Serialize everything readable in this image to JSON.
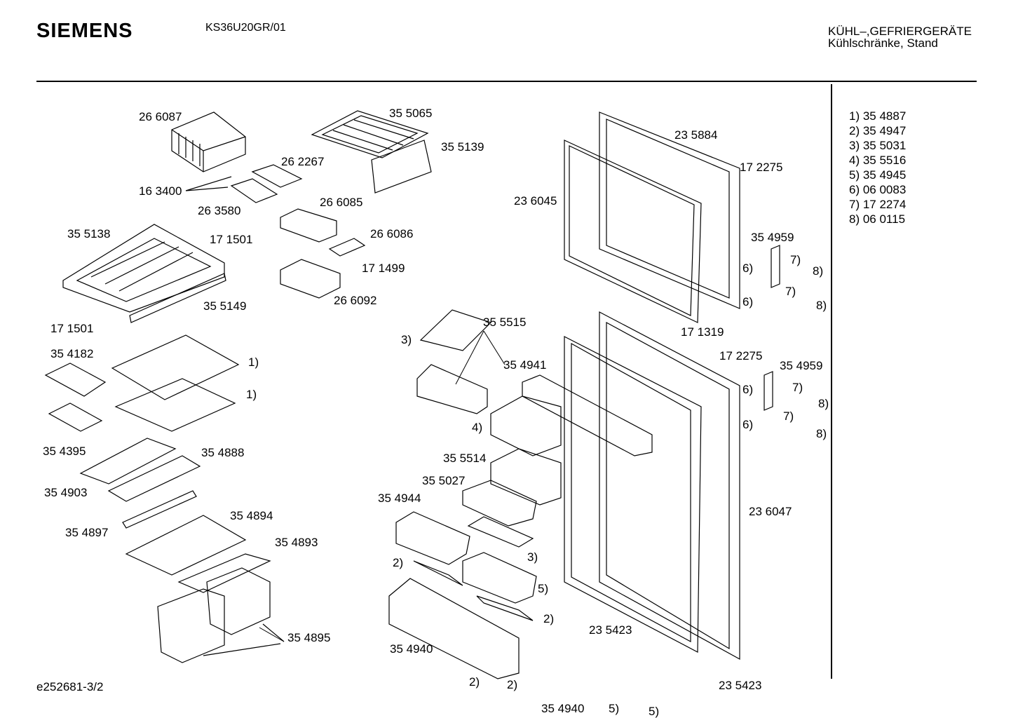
{
  "header": {
    "brand": "SIEMENS",
    "model": "KS36U20GR/01",
    "category_line1": "KÜHL–,GEFRIERGERÄTE",
    "category_line2": "Kühlschränke, Stand"
  },
  "legend": [
    "1) 35 4887",
    "2) 35 4947",
    "3) 35 5031",
    "4) 35 5516",
    "5) 35 4945",
    "6) 06 0083",
    "7) 17 2274",
    "8) 06 0115"
  ],
  "doc_id": "e252681-3/2",
  "labels": {
    "p266087": "26 6087",
    "p355065": "35 5065",
    "p355139": "35 5139",
    "p262267": "26 2267",
    "p163400": "16 3400",
    "p263580": "26 3580",
    "p266085": "26 6085",
    "p355138": "35 5138",
    "p171501a": "17 1501",
    "p266086": "26 6086",
    "p171499": "17 1499",
    "p355149": "35 5149",
    "p266092": "26 6092",
    "p171501b": "17 1501",
    "p354182": "35 4182",
    "p1a": "1)",
    "p1b": "1)",
    "p354395": "35 4395",
    "p354888": "35 4888",
    "p354903": "35 4903",
    "p354894": "35 4894",
    "p354897": "35 4897",
    "p354893": "35 4893",
    "p354895": "35 4895",
    "p235884": "23 5884",
    "p172275a": "17 2275",
    "p236045": "23 6045",
    "p354959a": "35 4959",
    "p7a": "7)",
    "p8a": "8)",
    "p6a": "6)",
    "p7b": "7)",
    "p6b": "6)",
    "p8b": "8)",
    "p171319": "17 1319",
    "p355515": "35 5515",
    "p3a": "3)",
    "p354941": "35 4941",
    "p172275b": "17 2275",
    "p354959b": "35 4959",
    "p6c": "6)",
    "p7c": "7)",
    "p8c": "8)",
    "p7d": "7)",
    "p6d": "6)",
    "p8d": "8)",
    "p4": "4)",
    "p355514": "35 5514",
    "p355027": "35 5027",
    "p354944": "35 4944",
    "p236047": "23 6047",
    "p3b": "3)",
    "p2a": "2)",
    "p5a": "5)",
    "p2b": "2)",
    "p235423a": "23 5423",
    "p354940a": "35 4940",
    "p2c": "2)",
    "p2d": "2)",
    "p235423b": "23 5423",
    "p354940b": "35 4940",
    "p5b": "5)",
    "p5c": "5)"
  }
}
